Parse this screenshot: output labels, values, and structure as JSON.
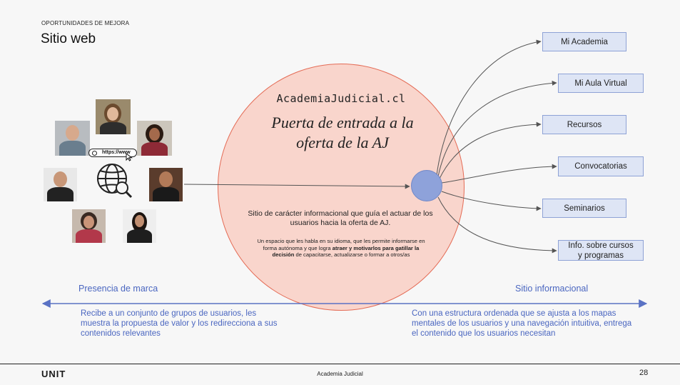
{
  "header": {
    "eyebrow": "OPORTUNIDADES DE MEJORA",
    "title": "Sitio web"
  },
  "center": {
    "site_url": "AcademiaJudicial.cl",
    "headline_line1": "Puerta de entrada a la",
    "headline_line2": "oferta de la AJ",
    "description": "Sitio de carácter informacional que guía el actuar de los usuarios hacia la oferta de AJ.",
    "detail_part1": "Un espacio que les habla en su idioma, que les permite informarse en forma autónoma y que logra ",
    "detail_bold": "atraer y motivarlos para gatillar la decisión",
    "detail_part2": " de capacitarse, actualizarse  o formar a otros/as"
  },
  "icons": {
    "browser_url": "https://www",
    "globe": "globe-search-icon"
  },
  "menu": {
    "items": [
      "Mi Academia",
      "Mi Aula Virtual",
      "Recursos",
      "Convocatorias",
      "Seminarios",
      "Info. sobre cursos y programas"
    ]
  },
  "axis": {
    "left_label": "Presencia de marca",
    "right_label": "Sitio informacional",
    "left_text": "Recibe a un conjunto de grupos de usuarios, les muestra la propuesta de valor y los redirecciona a sus contenidos relevantes",
    "right_text": "Con una estructura ordenada que se ajusta a los mapas mentales de los usuarios y una navegación intuitiva, entrega el contenido que los usuarios necesitan"
  },
  "footer": {
    "logo": "UNIT",
    "center": "Academia Judicial",
    "page": "28"
  },
  "colors": {
    "accent_blue": "#4a66c0",
    "circle_fill": "#f9d5cc",
    "circle_border": "#e46b55",
    "hub": "#8ea2da",
    "box_fill": "#dee5f5"
  }
}
